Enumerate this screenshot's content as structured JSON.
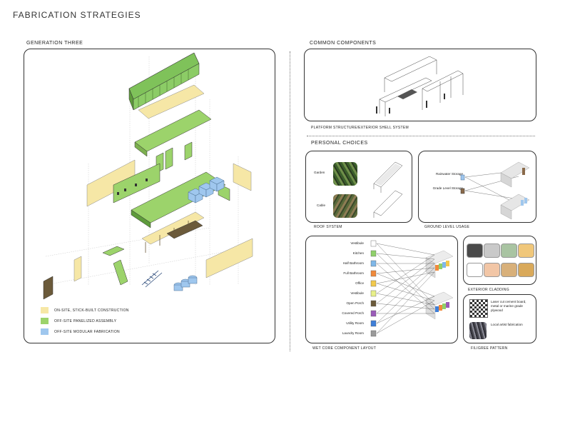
{
  "page_title": "FABRICATION STRATEGIES",
  "generation": {
    "heading": "GENERATION THREE",
    "legend": [
      {
        "label": "ON-SITE, STICK-BUILT CONSTRUCTION",
        "color": "#f6e7a6"
      },
      {
        "label": "OFF-SITE PANELIZED ASSEMBLY",
        "color": "#9cd36b"
      },
      {
        "label": "OFF-SITE MODULAR FABRICATION",
        "color": "#9fc7ee"
      }
    ]
  },
  "common": {
    "heading": "COMMON COMPONENTS",
    "caption": "PLATFORM STRUCTURE/EXTERIOR SHELL SYSTEM"
  },
  "personal": {
    "heading": "PERSONAL CHOICES",
    "roof": {
      "caption": "ROOF SYSTEM",
      "options": [
        "Garden",
        "Cable"
      ]
    },
    "ground": {
      "caption": "GROUND LEVEL USAGE",
      "options": [
        "Rainwater Storage",
        "Grade Level Storage"
      ]
    },
    "wetcore": {
      "caption": "WET CORE COMPONENT LAYOUT",
      "items": [
        {
          "label": "Vestibule",
          "color": "#ffffff"
        },
        {
          "label": "Kitchen",
          "color": "#8fd06a"
        },
        {
          "label": "Half Bathroom",
          "color": "#7fb7e8"
        },
        {
          "label": "Full Bathroom",
          "color": "#f08a3c"
        },
        {
          "label": "Office",
          "color": "#f2c94c"
        },
        {
          "label": "Vestibule",
          "color": "#e8f08a"
        },
        {
          "label": "Open Porch",
          "color": "#6b5a3a"
        },
        {
          "label": "Covered Porch",
          "color": "#9a5bb8"
        },
        {
          "label": "Utility Room",
          "color": "#3f7fd8"
        },
        {
          "label": "Laundry Room",
          "color": "#9a9a9a"
        }
      ]
    },
    "cladding": {
      "caption": "EXTERIOR CLADDING",
      "swatches": [
        "#4a4a4a",
        "#c9c9c9",
        "#a9c4a2",
        "#f0c77a",
        "#ffffff",
        "#f2c6a6",
        "#d8b07a",
        "#d9a95a"
      ]
    },
    "filigree": {
      "caption": "FILIGREE PATTERN",
      "options": [
        "Laser cut cement board, metal or marine grade plywood",
        "Local artist fabrication"
      ]
    }
  }
}
